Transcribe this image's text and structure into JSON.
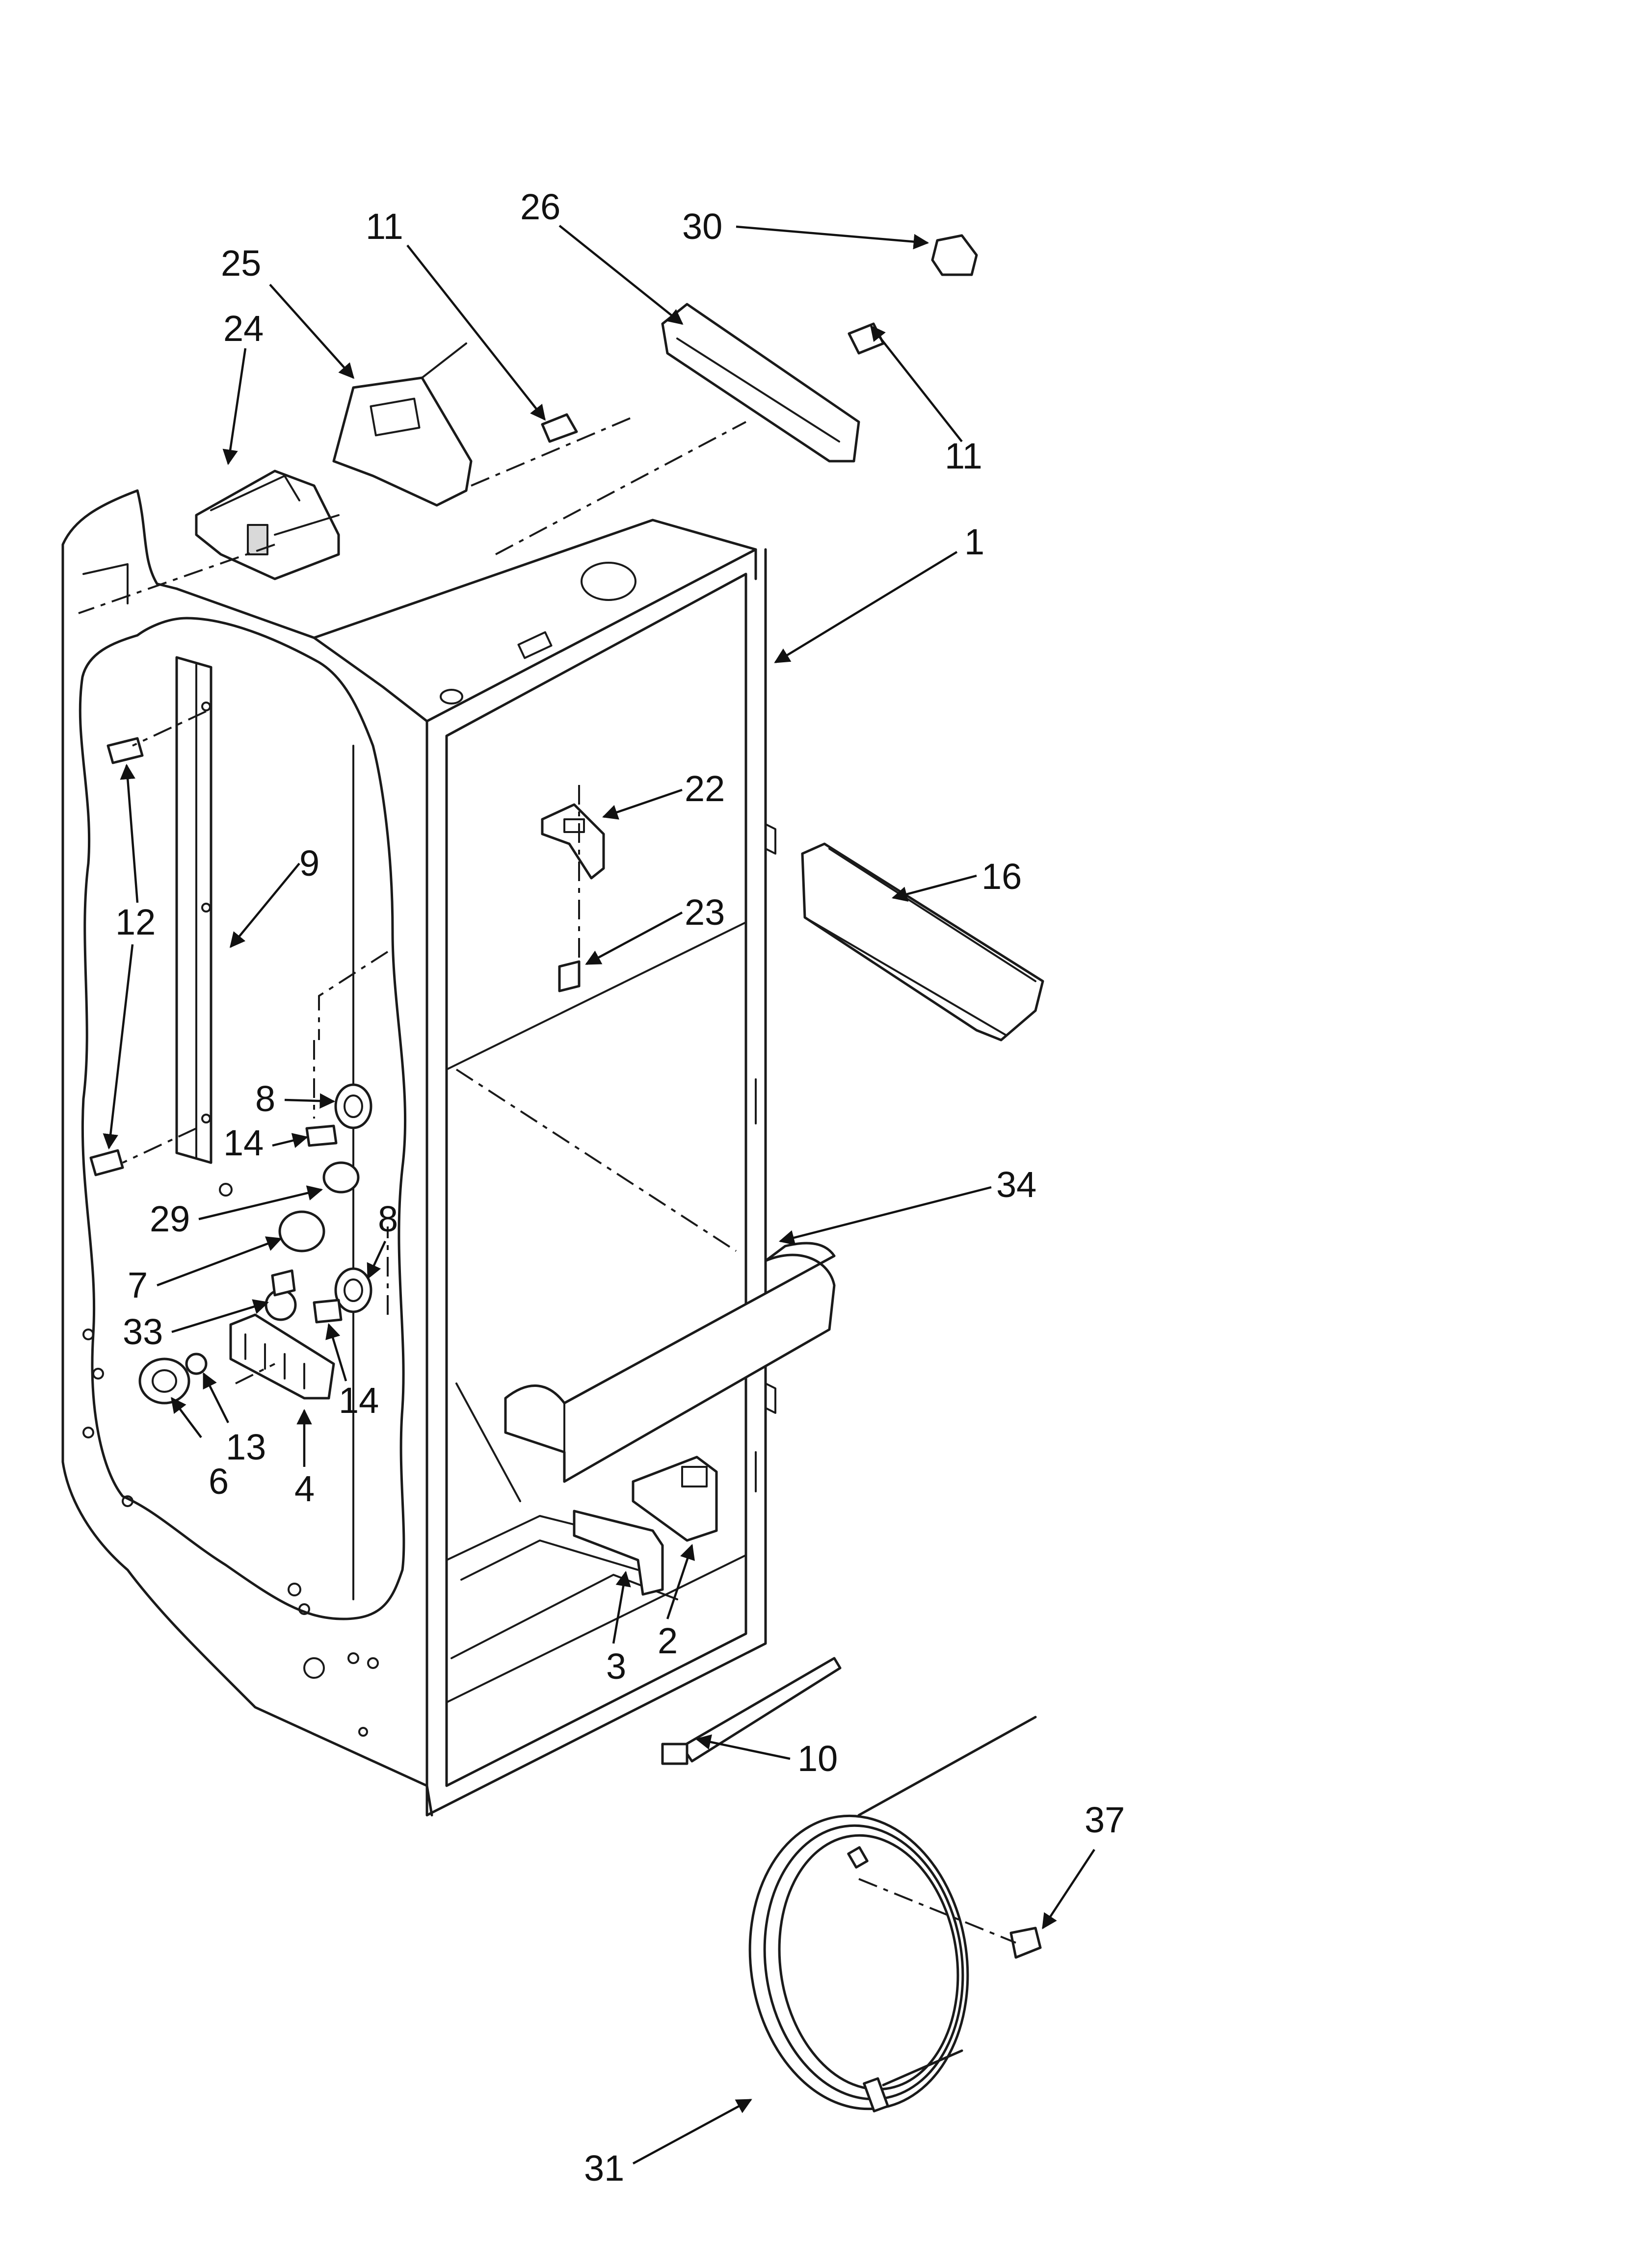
{
  "diagram": {
    "callouts": {
      "c1": "1",
      "c2": "2",
      "c3": "3",
      "c4": "4",
      "c6": "6",
      "c7": "7",
      "c8a": "8",
      "c8b": "8",
      "c9": "9",
      "c10": "10",
      "c11a": "11",
      "c11b": "11",
      "c12": "12",
      "c13": "13",
      "c14a": "14",
      "c14b": "14",
      "c16": "16",
      "c22": "22",
      "c23": "23",
      "c24": "24",
      "c25": "25",
      "c26": "26",
      "c29": "29",
      "c30": "30",
      "c31": "31",
      "c33": "33",
      "c34": "34",
      "c37": "37"
    },
    "colors": {
      "line": "#1a1a1a",
      "background": "#ffffff",
      "fill": "#d9d9d9"
    }
  }
}
